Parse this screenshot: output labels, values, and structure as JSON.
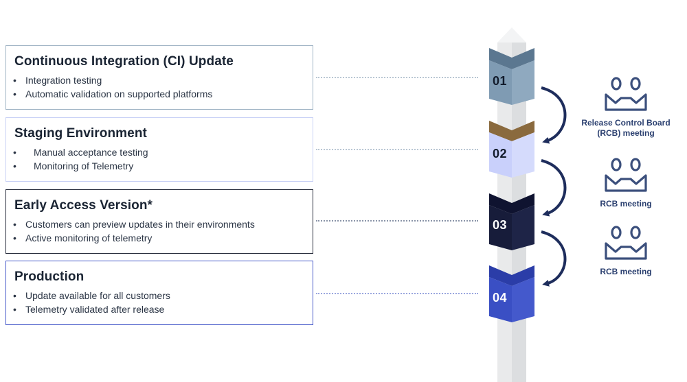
{
  "stages": [
    {
      "number": "01",
      "title": "Continuous Integration (CI) Update",
      "bullets": [
        "Integration testing",
        "Automatic validation on supported platforms"
      ],
      "color": "#7f9bb3"
    },
    {
      "number": "02",
      "title": "Staging Environment",
      "bullets": [
        "Manual acceptance testing",
        "Monitoring of Telemetry"
      ],
      "color": "#c9d0fb"
    },
    {
      "number": "03",
      "title": "Early Access Version*",
      "bullets": [
        "Customers can preview updates in their environments",
        "Active monitoring of telemetry"
      ],
      "color": "#171c3a"
    },
    {
      "number": "04",
      "title": "Production",
      "bullets": [
        "Update available for all customers",
        "Telemetry validated after release"
      ],
      "color": "#3a4fc4"
    }
  ],
  "bullet_char": "•",
  "meetings": [
    {
      "label_line1": "Release Control Board",
      "label_line2": "(RCB) meeting",
      "icon": "people-meeting-icon"
    },
    {
      "label_line1": "RCB meeting",
      "label_line2": "",
      "icon": "people-meeting-icon"
    },
    {
      "label_line1": "RCB meeting",
      "label_line2": "",
      "icon": "people-meeting-icon"
    }
  ],
  "colors": {
    "pole_light": "#ebeced",
    "pole_mid": "#d9dbdd",
    "arrow": "#1e2d5c",
    "icon": "#3b4f7c"
  }
}
